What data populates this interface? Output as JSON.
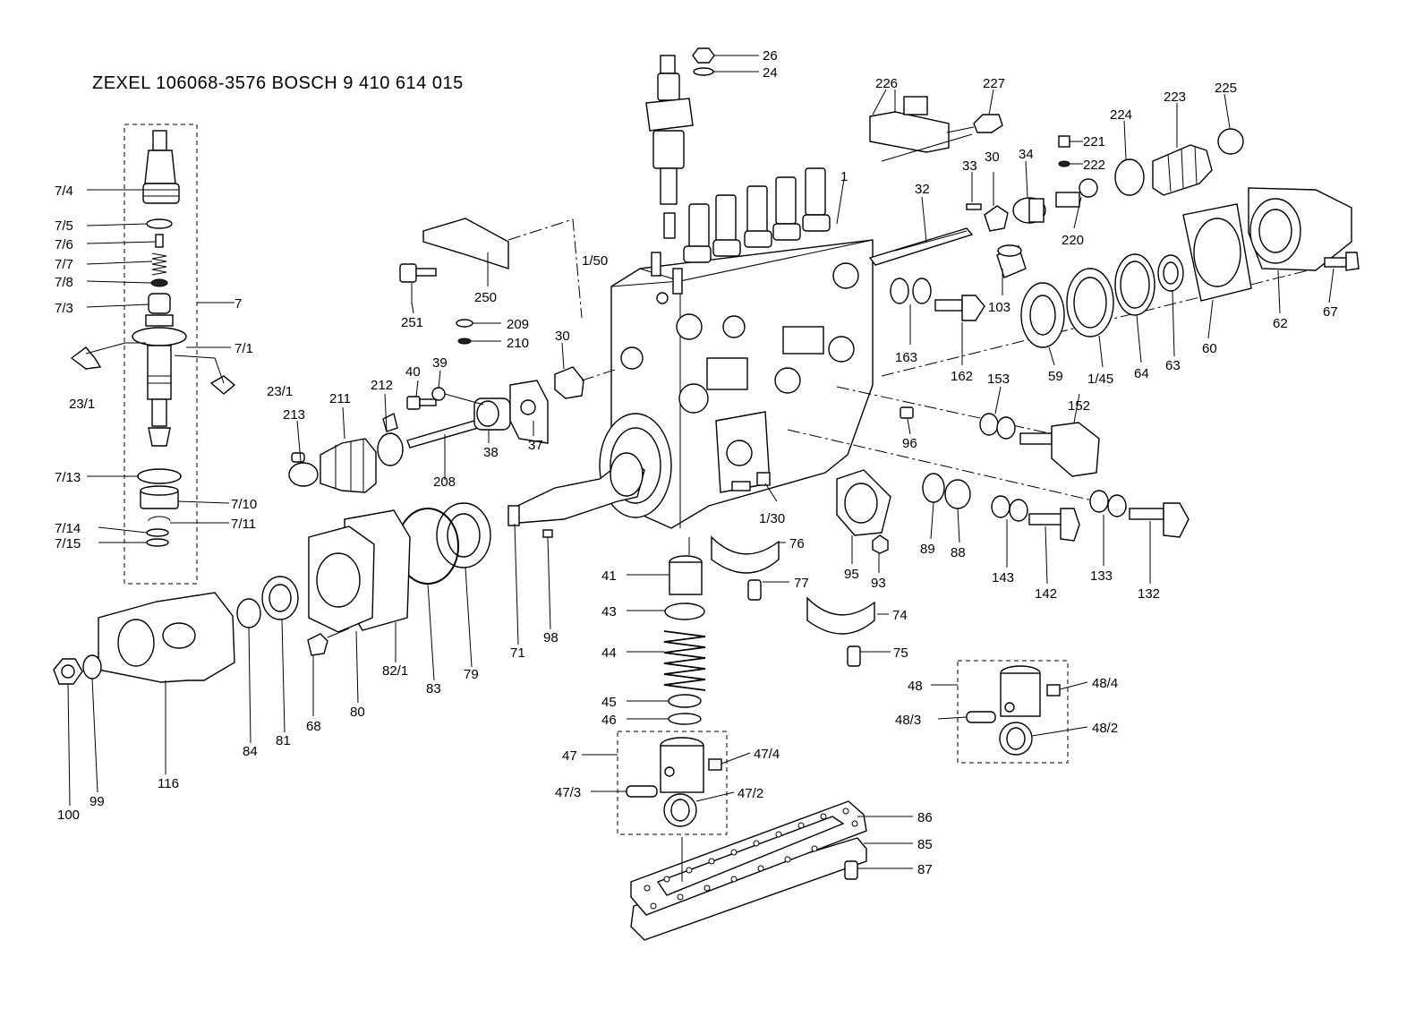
{
  "title": "ZEXEL 106068-3576   BOSCH 9 410 614 015",
  "labels": {
    "p26": "26",
    "p24": "24",
    "p226": "226",
    "p227": "227",
    "p225": "225",
    "p224": "224",
    "p223": "223",
    "p221": "221",
    "p222": "222",
    "p220": "220",
    "p33": "33",
    "p30a": "30",
    "p34": "34",
    "p32": "32",
    "p1": "1",
    "p1_50": "1/50",
    "p250": "250",
    "p251": "251",
    "p209": "209",
    "p210": "210",
    "p30b": "30",
    "p40": "40",
    "p39": "39",
    "p212": "212",
    "p211": "211",
    "p213": "213",
    "p208": "208",
    "p38": "38",
    "p37": "37",
    "p103": "103",
    "p163": "163",
    "p162": "162",
    "p59": "59",
    "p1_45": "1/45",
    "p64": "64",
    "p63": "63",
    "p60": "60",
    "p62": "62",
    "p67": "67",
    "p153": "153",
    "p152": "152",
    "p96": "96",
    "p89": "89",
    "p88": "88",
    "p143": "143",
    "p142": "142",
    "p133": "133",
    "p132": "132",
    "p1_30": "1/30",
    "p95": "95",
    "p93": "93",
    "p76": "76",
    "p77": "77",
    "p74": "74",
    "p75": "75",
    "p41": "41",
    "p43": "43",
    "p44": "44",
    "p45": "45",
    "p46": "46",
    "p47": "47",
    "p47_4": "47/4",
    "p47_3": "47/3",
    "p47_2": "47/2",
    "p48": "48",
    "p48_4": "48/4",
    "p48_3": "48/3",
    "p48_2": "48/2",
    "p86": "86",
    "p85": "85",
    "p87": "87",
    "p71": "71",
    "p98": "98",
    "p79": "79",
    "p83": "83",
    "p82_1": "82/1",
    "p80": "80",
    "p68": "68",
    "p81": "81",
    "p84": "84",
    "p116": "116",
    "p99": "99",
    "p100": "100",
    "p7_4": "7/4",
    "p7_5": "7/5",
    "p7_6": "7/6",
    "p7_7": "7/7",
    "p7_8": "7/8",
    "p7_3": "7/3",
    "p7": "7",
    "p7_1": "7/1",
    "p23_1a": "23/1",
    "p23_1b": "23/1",
    "p7_13": "7/13",
    "p7_10": "7/10",
    "p7_14": "7/14",
    "p7_11": "7/11",
    "p7_15": "7/15"
  }
}
